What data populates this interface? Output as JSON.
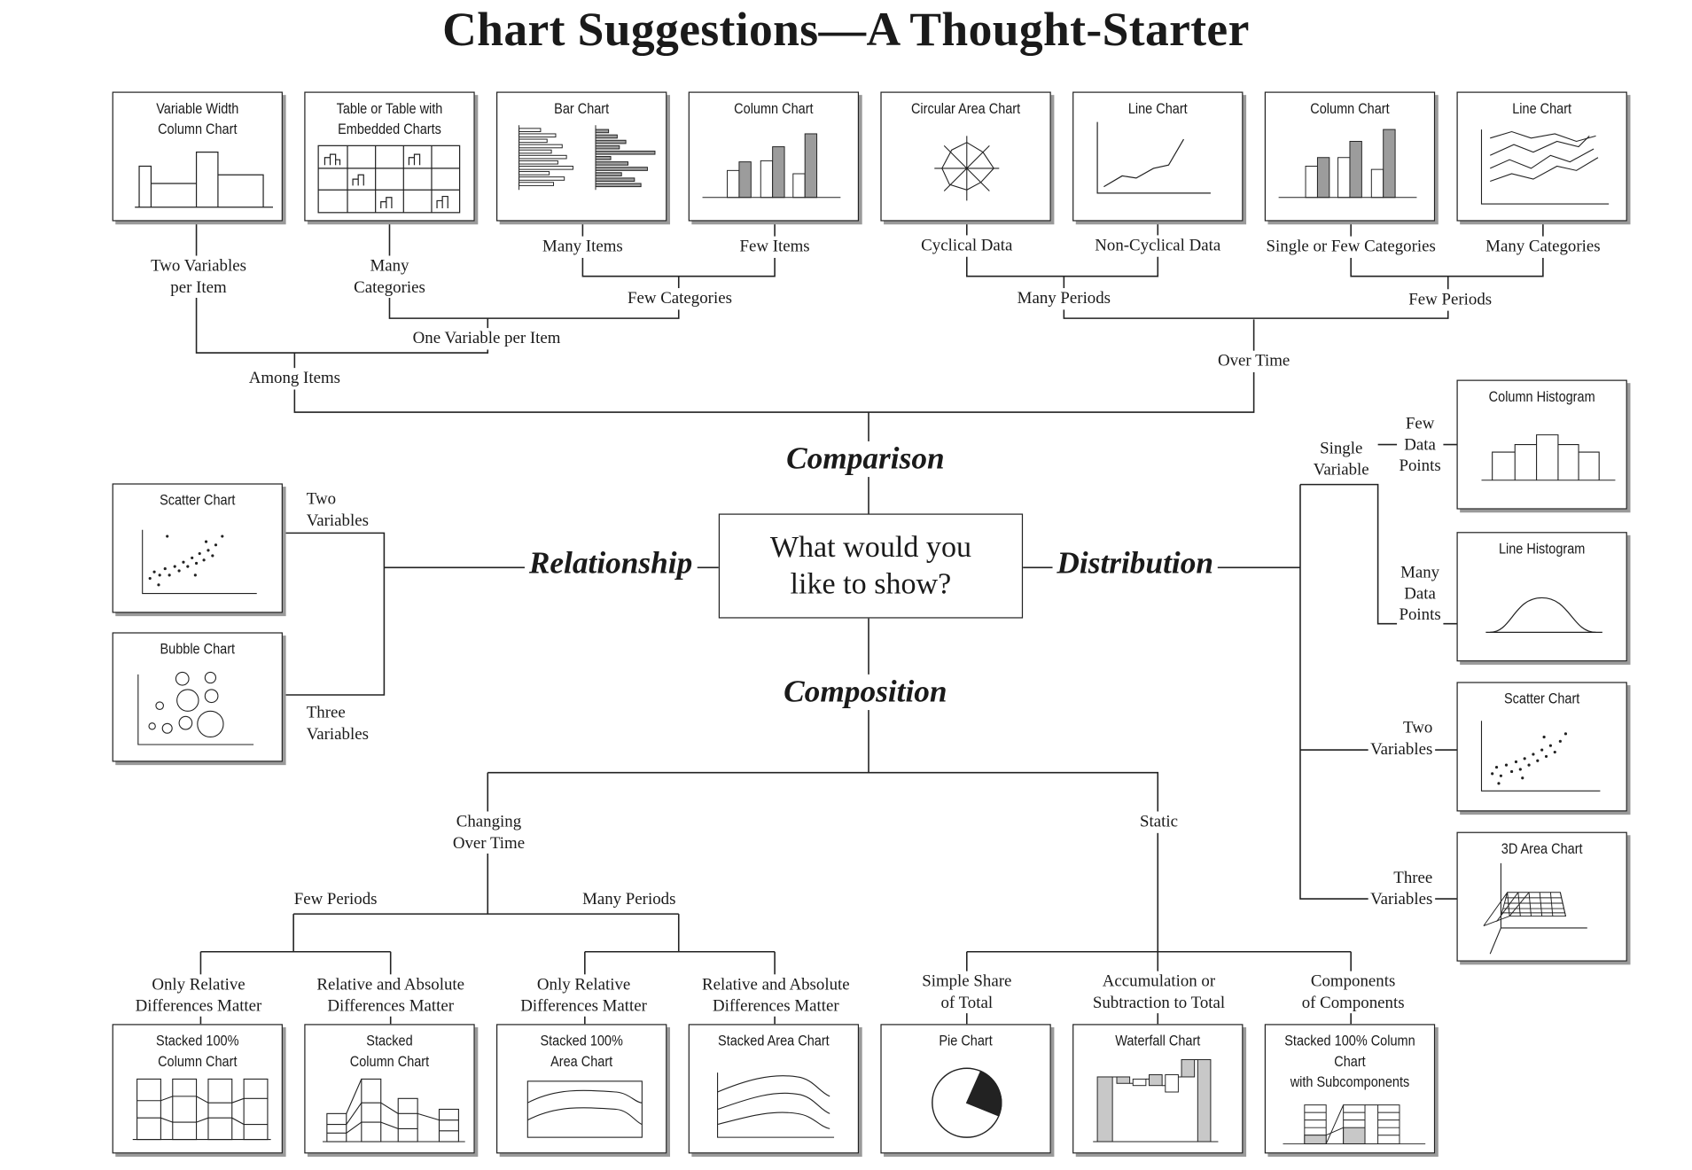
{
  "title": "Chart Suggestions—A Thought-Starter",
  "center_question": "What would you\nlike to show?",
  "categories": {
    "comparison": "Comparison",
    "relationship": "Relationship",
    "distribution": "Distribution",
    "composition": "Composition"
  },
  "comparison": {
    "among_items": "Among Items",
    "over_time": "Over Time",
    "two_variables_per_item": "Two Variables\nper Item",
    "one_variable_per_item": "One Variable per Item",
    "many_categories_left": "Many\nCategories",
    "few_categories": "Few Categories",
    "many_items": "Many Items",
    "few_items": "Few Items",
    "many_periods": "Many Periods",
    "few_periods": "Few Periods",
    "cyclical_data": "Cyclical Data",
    "non_cyclical_data": "Non-Cyclical Data",
    "single_or_few_categories": "Single or Few Categories",
    "many_categories_right": "Many Categories",
    "charts": {
      "variable_width": "Variable Width\nColumn Chart",
      "table_embedded": "Table or Table with\nEmbedded Charts",
      "bar_chart": "Bar Chart",
      "column_chart_1": "Column Chart",
      "circular_area": "Circular Area Chart",
      "line_chart_1": "Line Chart",
      "column_chart_2": "Column Chart",
      "line_chart_2": "Line Chart"
    }
  },
  "relationship": {
    "two_variables": "Two\nVariables",
    "three_variables": "Three\nVariables",
    "charts": {
      "scatter": "Scatter Chart",
      "bubble": "Bubble Chart"
    }
  },
  "distribution": {
    "single_variable": "Single\nVariable",
    "few_data_points": "Few\nData\nPoints",
    "many_data_points": "Many\nData\nPoints",
    "two_variables": "Two\nVariables",
    "three_variables": "Three\nVariables",
    "charts": {
      "column_histogram": "Column Histogram",
      "line_histogram": "Line Histogram",
      "scatter": "Scatter Chart",
      "area_3d": "3D Area Chart"
    }
  },
  "composition": {
    "changing_over_time": "Changing\nOver Time",
    "static": "Static",
    "few_periods": "Few Periods",
    "many_periods": "Many Periods",
    "only_relative_1": "Only Relative\nDifferences Matter",
    "relative_absolute_1": "Relative and Absolute\nDifferences Matter",
    "only_relative_2": "Only Relative\nDifferences Matter",
    "relative_absolute_2": "Relative and Absolute\nDifferences Matter",
    "simple_share": "Simple Share\nof Total",
    "accumulation": "Accumulation or\nSubtraction to Total",
    "components": "Components\nof Components",
    "charts": {
      "stacked_100_column": "Stacked 100%\nColumn Chart",
      "stacked_column": "Stacked\nColumn Chart",
      "stacked_100_area": "Stacked 100%\nArea Chart",
      "stacked_area": "Stacked Area Chart",
      "pie": "Pie Chart",
      "waterfall": "Waterfall Chart",
      "stacked_100_sub": "Stacked 100% Column Chart\nwith Subcomponents"
    }
  },
  "colors": {
    "line": "#222222",
    "shade_dark": "#9c9c9c",
    "shade_light": "#c8c8c8",
    "shadow": "#9a9a9a"
  }
}
